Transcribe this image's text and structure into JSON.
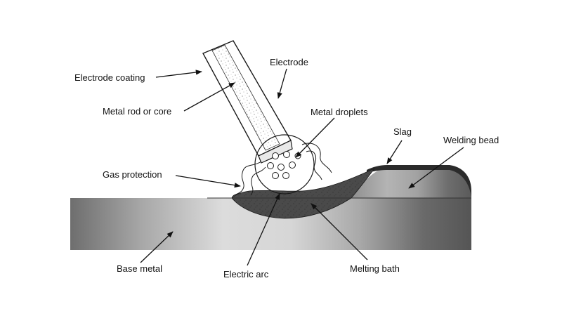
{
  "labels": {
    "electrode_coating": "Electrode coating",
    "electrode": "Electrode",
    "metal_rod": "Metal rod or core",
    "metal_droplets": "Metal droplets",
    "slag": "Slag",
    "welding_bead": "Welding bead",
    "gas_protection": "Gas protection",
    "base_metal": "Base metal",
    "electric_arc": "Electric arc",
    "melting_bath": "Melting bath"
  },
  "colors": {
    "outline": "#1a1a1a",
    "slag": "#2b2b2b",
    "weld_pool": "#4a4a4a"
  }
}
